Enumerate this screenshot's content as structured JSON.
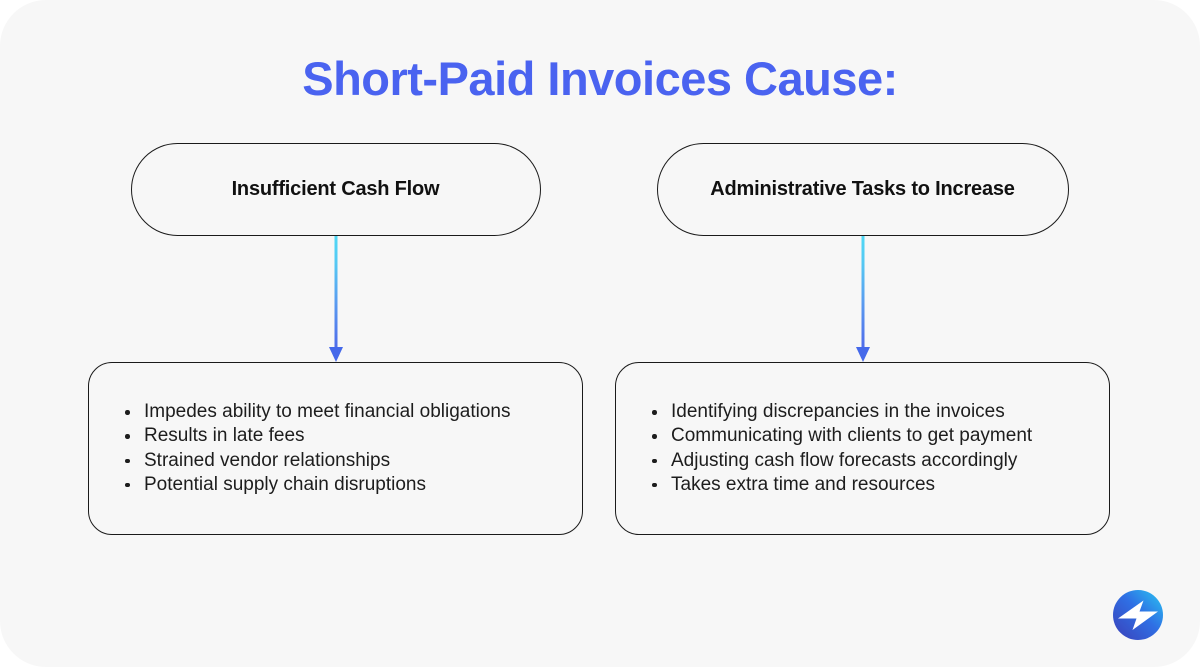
{
  "page": {
    "title": "Short-Paid Invoices Cause:",
    "background_color": "#f7f7f7",
    "accent_color": "#4a63f0"
  },
  "columns": [
    {
      "id": "insufficient-cash-flow",
      "header": "Insufficient Cash Flow",
      "arrow": {
        "direction": "down",
        "gradient_start": "#4fd8f5",
        "gradient_end": "#4f6bea"
      },
      "bullets": [
        "Impedes ability to meet financial obligations",
        "Results in late fees",
        "Strained vendor relationships",
        "Potential supply chain disruptions"
      ]
    },
    {
      "id": "administrative-tasks",
      "header": "Administrative Tasks to Increase",
      "arrow": {
        "direction": "down",
        "gradient_start": "#4fd8f5",
        "gradient_end": "#4f6bea"
      },
      "bullets": [
        "Identifying discrepancies in the invoices",
        "Communicating with clients to get payment",
        "Adjusting cash flow forecasts accordingly",
        "Takes extra time and resources"
      ]
    }
  ],
  "logo": {
    "name": "lightning-bolt-logo",
    "gradient_start": "#29c6f2",
    "gradient_mid": "#2f6fe4",
    "gradient_end": "#3b3fb8"
  }
}
